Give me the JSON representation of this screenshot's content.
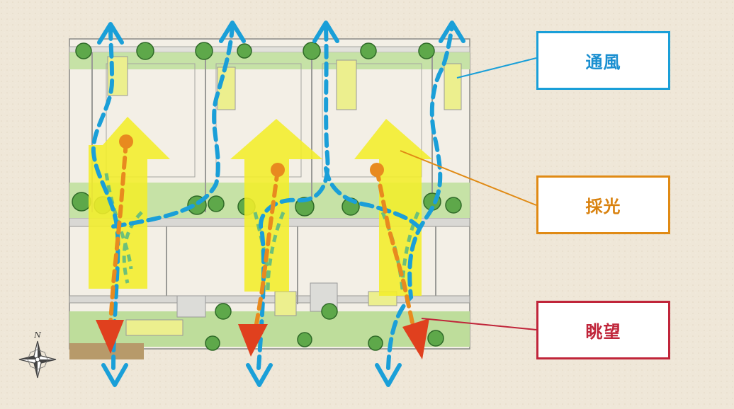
{
  "labels": {
    "ventilation": "通風",
    "daylight": "採光",
    "view": "眺望"
  },
  "compass": {
    "north_letter": "N"
  },
  "colors": {
    "ventilation": "#1a9fd8",
    "daylight": "#e08a14",
    "view": "#c0253a",
    "yellow_arrow": "#f2ee2a",
    "tree": "#5ea84a",
    "lawn": "#b9dc95",
    "paper": "#efe7d8"
  }
}
